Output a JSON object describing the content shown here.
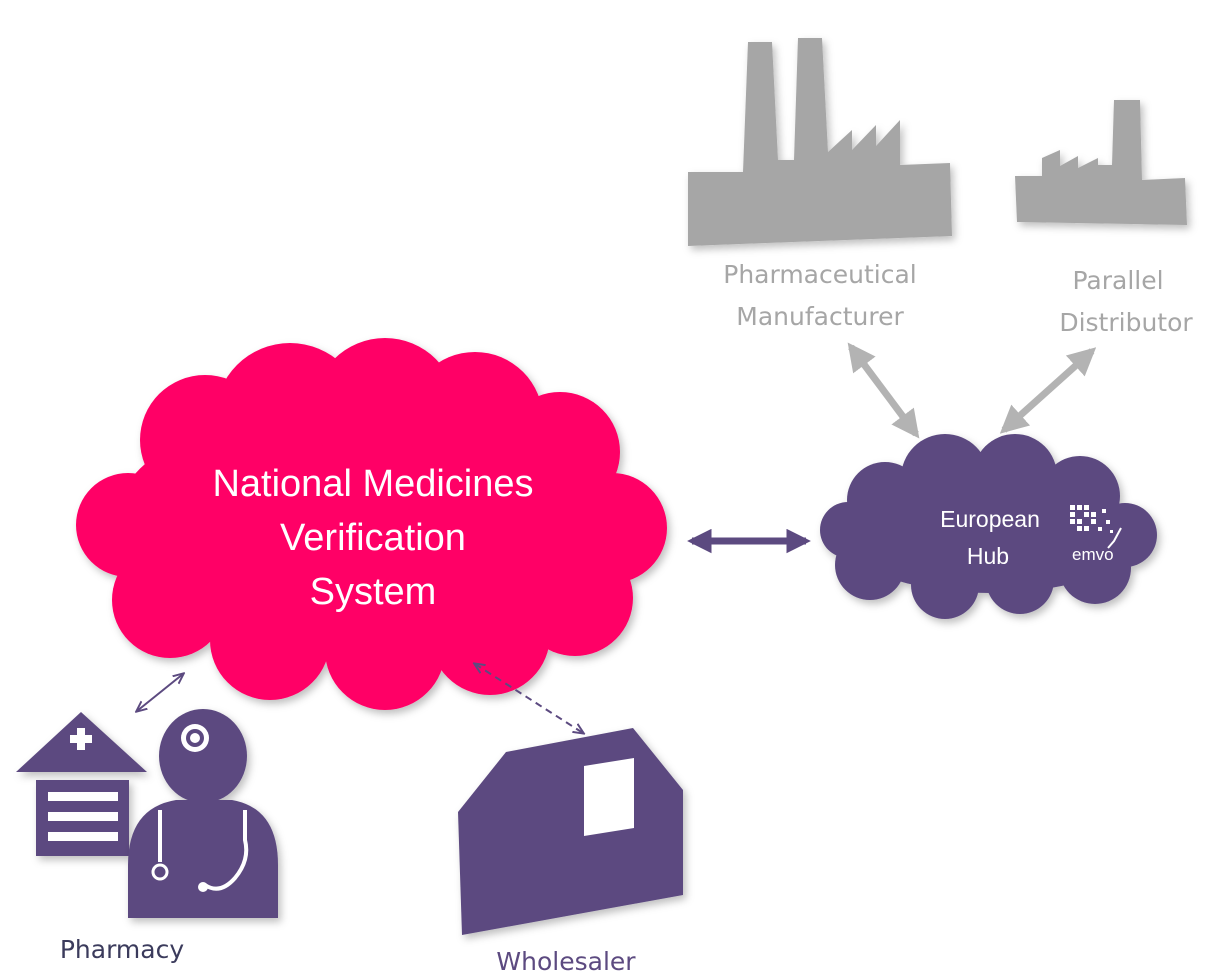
{
  "nodes": {
    "nmvs": {
      "label_lines": [
        "National Medicines",
        "Verification",
        "System"
      ],
      "fill": "#ff0066"
    },
    "hub": {
      "label_lines": [
        "European",
        "Hub"
      ],
      "logo_text": "emvo",
      "fill": "#5c4a80"
    },
    "manufacturer": {
      "label_lines": [
        "Pharmaceutical",
        "Manufacturer"
      ],
      "icon": "factory-icon",
      "color": "#a6a6a6"
    },
    "distributor": {
      "label_lines": [
        "Parallel",
        "Distributor"
      ],
      "icon": "factory-icon",
      "color": "#a6a6a6"
    },
    "pharmacy": {
      "label": "Pharmacy",
      "icon": "pharmacist-icon",
      "color": "#5c4a80"
    },
    "wholesaler": {
      "label": "Wholesaler",
      "icon": "warehouse-icon",
      "color": "#5c4a80"
    }
  },
  "connectors": [
    {
      "from": "manufacturer",
      "to": "hub",
      "style": "solid",
      "color": "#b3b3b3"
    },
    {
      "from": "distributor",
      "to": "hub",
      "style": "solid",
      "color": "#b3b3b3"
    },
    {
      "from": "nmvs",
      "to": "hub",
      "style": "solid",
      "color": "#5c4a80"
    },
    {
      "from": "nmvs",
      "to": "pharmacy",
      "style": "solid",
      "color": "#5c4a80"
    },
    {
      "from": "nmvs",
      "to": "wholesaler",
      "style": "dashed",
      "color": "#5c4a80"
    }
  ]
}
